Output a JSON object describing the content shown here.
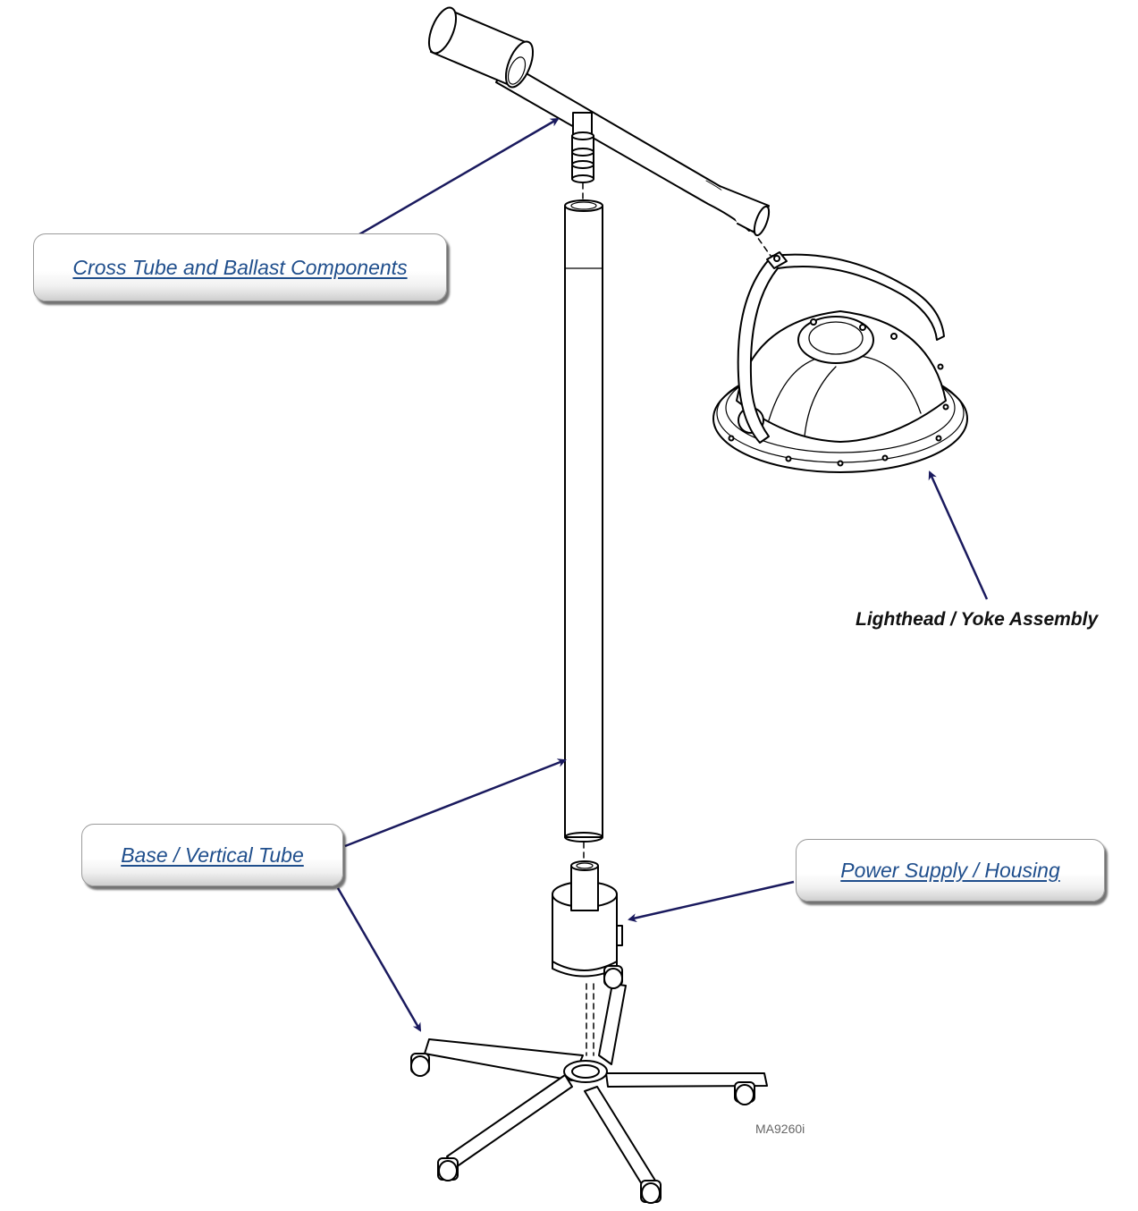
{
  "callouts": {
    "cross_tube": "Cross Tube and Ballast Components",
    "base_tube": "Base / Vertical Tube",
    "power_supply": "Power Supply / Housing"
  },
  "labels": {
    "lighthead": "Lighthead / Yoke Assembly",
    "figure_code": "MA9260i"
  },
  "colors": {
    "link": "#1f4e8c",
    "arrow": "#1a1a5e",
    "drawing_line": "#000000"
  }
}
